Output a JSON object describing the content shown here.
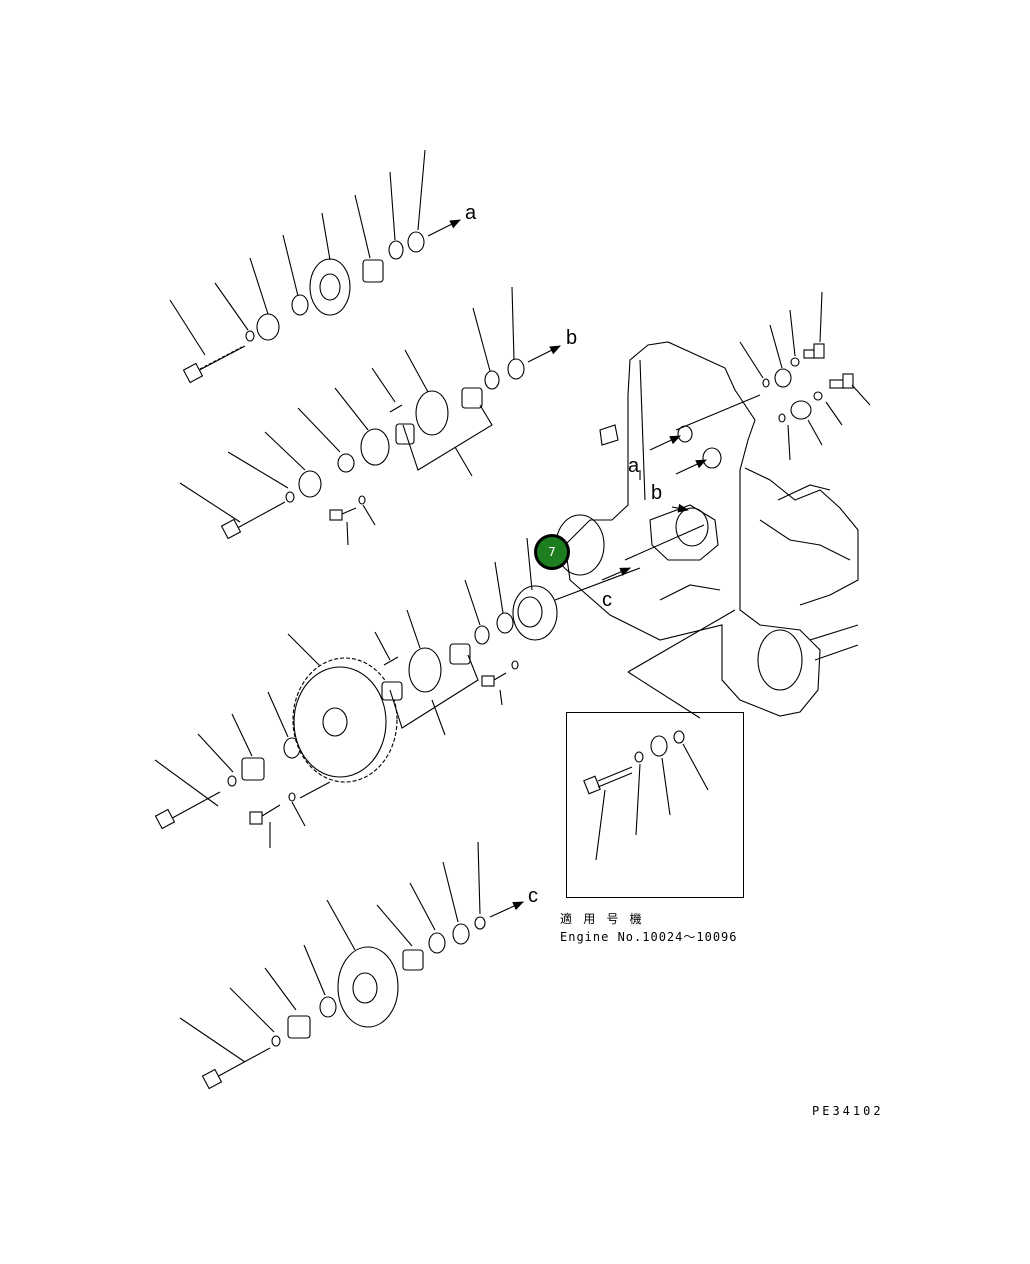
{
  "arrow_labels": {
    "a_top": "a",
    "b_top": "b",
    "a_housing": "a",
    "b_housing": "b",
    "c_housing": "c",
    "c_bottom": "c"
  },
  "callout": {
    "number": "7",
    "color": "#1e7d1e"
  },
  "detail_box": {
    "caption_jp": "適 用 号 機",
    "caption_en": "Engine No.10024～10096"
  },
  "drawing_number": "PE34102"
}
